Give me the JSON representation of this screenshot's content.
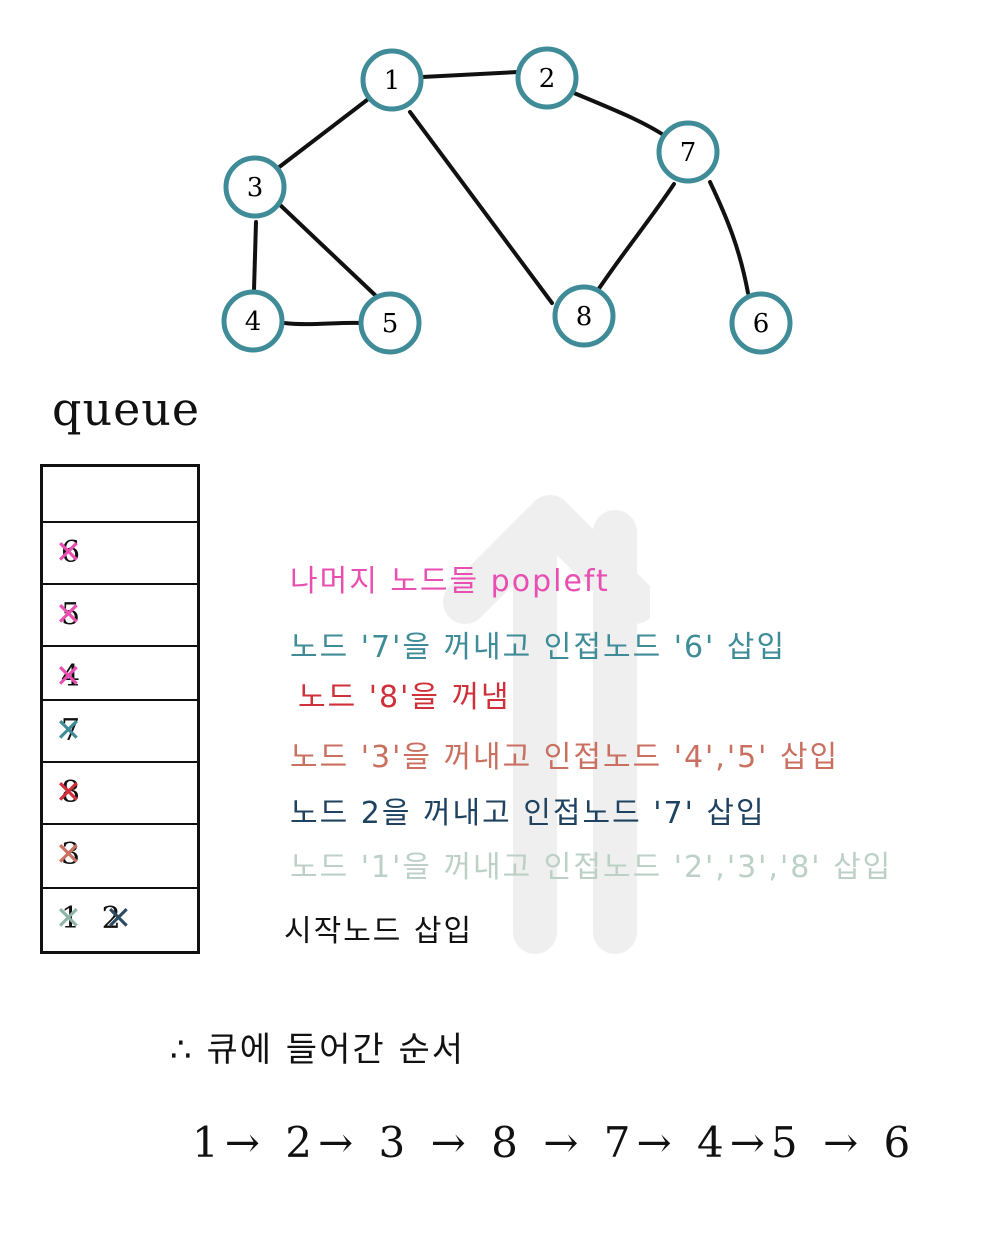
{
  "graph": {
    "node_color": "#3f8c98",
    "nodes": [
      {
        "id": "n1",
        "label": "1"
      },
      {
        "id": "n2",
        "label": "2"
      },
      {
        "id": "n3",
        "label": "3"
      },
      {
        "id": "n7",
        "label": "7"
      },
      {
        "id": "n4",
        "label": "4"
      },
      {
        "id": "n5",
        "label": "5"
      },
      {
        "id": "n8",
        "label": "8"
      },
      {
        "id": "n6",
        "label": "6"
      }
    ],
    "edges": [
      [
        "1",
        "2"
      ],
      [
        "1",
        "3"
      ],
      [
        "1",
        "8"
      ],
      [
        "2",
        "7"
      ],
      [
        "3",
        "4"
      ],
      [
        "3",
        "5"
      ],
      [
        "4",
        "5"
      ],
      [
        "7",
        "8"
      ],
      [
        "7",
        "6"
      ]
    ]
  },
  "queue": {
    "title": "queue",
    "cells": [
      {
        "value": "",
        "strike_color": ""
      },
      {
        "value": "6",
        "strike_color": "#e84fb0"
      },
      {
        "value": "5",
        "strike_color": "#e84fb0"
      },
      {
        "value": "4",
        "strike_color": "#e84fb0"
      },
      {
        "value": "7",
        "strike_color": "#3f8c98"
      },
      {
        "value": "8",
        "strike_color": "#d0303a"
      },
      {
        "value": "3",
        "strike_color": "#c97060"
      },
      {
        "value": "1  2",
        "strike_color": "#2c4a60"
      }
    ]
  },
  "notes": [
    {
      "text": "나머지 노드들   popleft",
      "color": "#e84fb0"
    },
    {
      "text": "노드 '7'을 꺼내고 인접노드 '6' 삽입",
      "color": "#3f8c98"
    },
    {
      "text": "노드 '8'을 꺼냄",
      "color": "#d0303a"
    },
    {
      "text": "노드 '3'을 꺼내고  인접노드 '4','5' 삽입",
      "color": "#c97060"
    },
    {
      "text": "노드 2을 꺼내고  인접노드 '7' 삽입",
      "color": "#1f4260"
    },
    {
      "text": "노드 '1'을 꺼내고  인접노드 '2','3','8' 삽입",
      "color": "#bcd0c6"
    },
    {
      "text": "시작노드 삽입",
      "color": "#111111"
    }
  ],
  "conclusion": "∴ 큐에 들어간 순서",
  "order": "1→ 2→ 3 → 8 → 7→ 4→5 → 6"
}
